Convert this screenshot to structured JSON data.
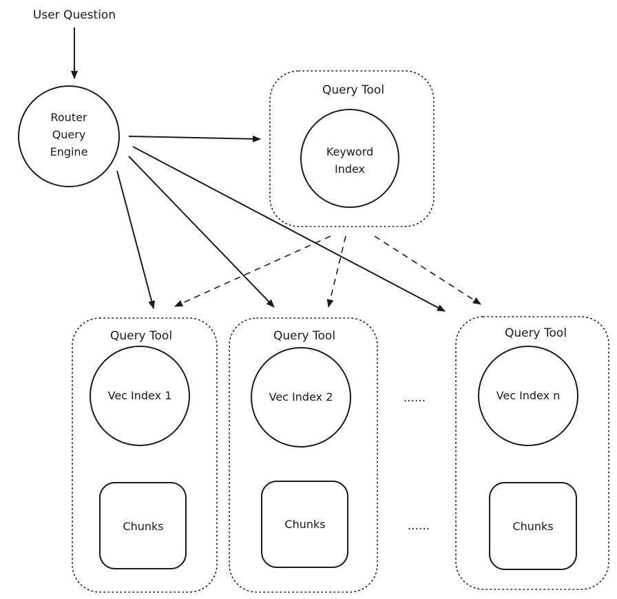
{
  "diagram": {
    "user_question": "User Question",
    "router": {
      "line1": "Router",
      "line2": "Query",
      "line3": "Engine"
    },
    "keyword_tool": {
      "title": "Query Tool",
      "index_line1": "Keyword",
      "index_line2": "Index"
    },
    "vector_tools": [
      {
        "title": "Query Tool",
        "index_label": "Vec Index 1",
        "chunks_label": "Chunks"
      },
      {
        "title": "Query Tool",
        "index_label": "Vec Index 2",
        "chunks_label": "Chunks"
      },
      {
        "title": "Query Tool",
        "index_label": "Vec Index n",
        "chunks_label": "Chunks"
      }
    ],
    "ellipsis_index": "......",
    "ellipsis_chunks": "......"
  }
}
